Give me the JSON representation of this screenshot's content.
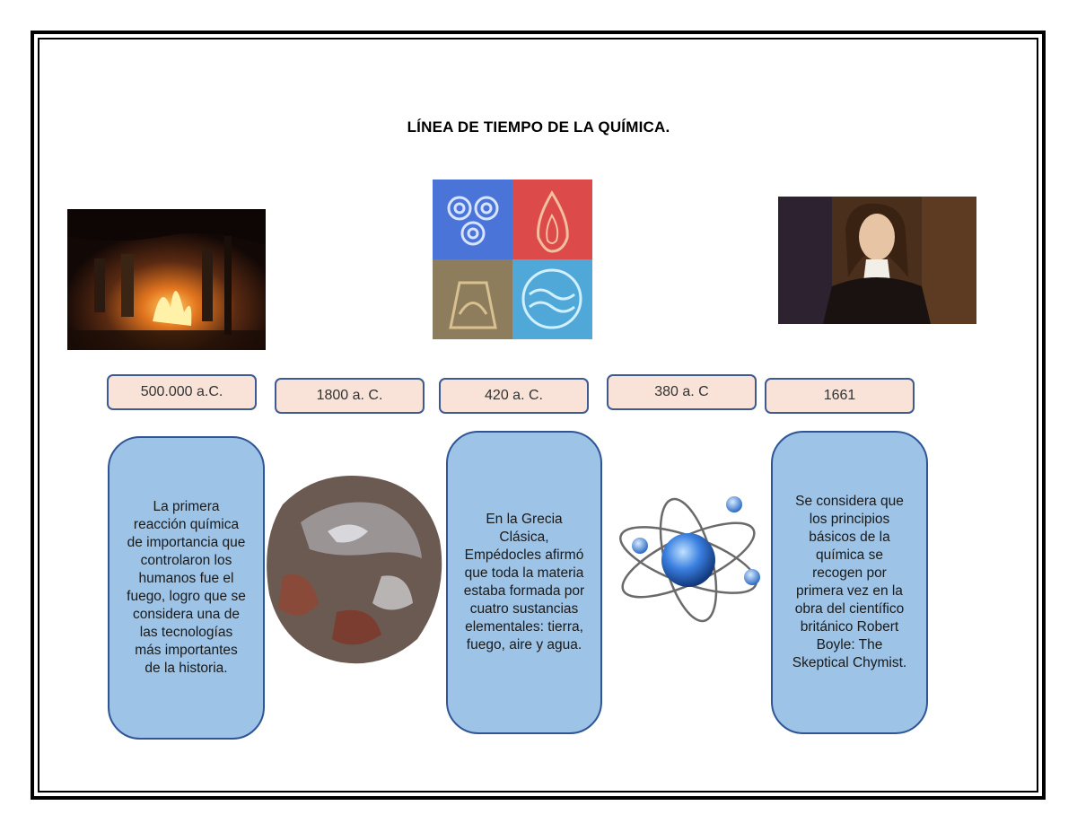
{
  "page": {
    "title": "LÍNEA DE TIEMPO DE LA QUÍMICA."
  },
  "timeline": {
    "dates": [
      "500.000 a.C.",
      "1800 a. C.",
      "420 a. C.",
      "380 a. C",
      "1661"
    ],
    "descriptions": [
      "La primera reacción química de importancia que controlaron los humanos fue el fuego, logro que se considera una de las tecnologías más importantes de la historia.",
      "En la Grecia Clásica, Empédocles afirmó que toda la materia estaba formada por cuatro sustancias elementales: tierra, fuego, aire y agua.",
      "Se considera que los principios básicos de la química se recogen por primera vez en la obra del científico británico Robert Boyle: The Skeptical Chymist."
    ]
  },
  "images": [
    "cave-fire-photo",
    "four-elements-symbols",
    "robert-boyle-portrait",
    "mineral-rock-photo",
    "atom-model-icon"
  ],
  "colors": {
    "date_fill": "#f9e3d8",
    "date_border": "#3d5b91",
    "desc_fill": "#9dc3e6",
    "desc_border": "#2f5597"
  }
}
